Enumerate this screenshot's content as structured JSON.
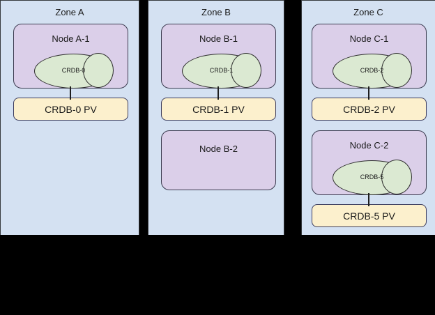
{
  "diagram": {
    "title_semantics": "kubernetes-zone-node-pv-topology",
    "colors": {
      "zone_fill": "#d4e1f2",
      "zone_border": "#36393d",
      "node_fill": "#dbcfe9",
      "node_border": "#3b3b4f",
      "pod_fill": "#dbe9d2",
      "pod_border": "#2e2e2e",
      "pv_fill": "#fcf0cd",
      "pv_border": "#3b3b5c",
      "connector": "#1e1e1e",
      "background": "#000000"
    },
    "zones": [
      {
        "label": "Zone A",
        "nodes": [
          {
            "label": "Node A-1",
            "pod": "CRDB-0",
            "pv": "CRDB-0 PV",
            "has_pod": true,
            "has_pv": true
          }
        ]
      },
      {
        "label": "Zone B",
        "nodes": [
          {
            "label": "Node B-1",
            "pod": "CRDB-1",
            "pv": "CRDB-1 PV",
            "has_pod": true,
            "has_pv": true
          },
          {
            "label": "Node B-2",
            "pod": "",
            "pv": "",
            "has_pod": false,
            "has_pv": false
          }
        ]
      },
      {
        "label": "Zone C",
        "nodes": [
          {
            "label": "Node C-1",
            "pod": "CRDB-2",
            "pv": "CRDB-2 PV",
            "has_pod": true,
            "has_pv": true
          },
          {
            "label": "Node C-2",
            "pod": "CRDB-5",
            "pv": "CRDB-5 PV",
            "has_pod": true,
            "has_pv": true
          }
        ]
      }
    ]
  }
}
